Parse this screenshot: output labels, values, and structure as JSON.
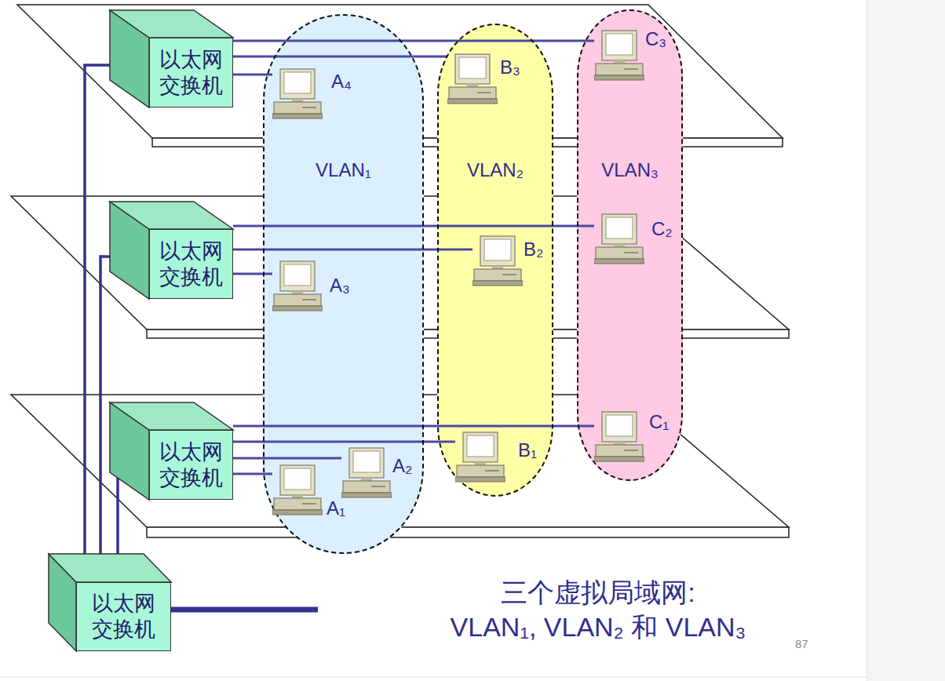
{
  "diagram": {
    "caption": "三个虚拟局域网: VLAN₁, VLAN₂ 和 VLAN₃",
    "nodes": [
      {
        "text": [
          "以太网 交换机"
        ]
      },
      {
        "text": [
          "VLAN₁"
        ]
      },
      {
        "text": [
          "A₄"
        ],
        "in": 1
      },
      {
        "text": [
          "A₃"
        ],
        "in": 1
      },
      {
        "text": [
          "A₂"
        ],
        "in": 1
      },
      {
        "text": [
          "A₁"
        ],
        "in": 1
      },
      {
        "text": [
          "VLAN₂"
        ]
      },
      {
        "text": [
          "B₃"
        ],
        "in": 6
      },
      {
        "text": [
          "B₂"
        ],
        "in": 6
      },
      {
        "text": [
          "B₁"
        ],
        "in": 6
      },
      {
        "text": [
          "VLAN₃"
        ]
      },
      {
        "text": [
          "C₃"
        ],
        "in": 10
      },
      {
        "text": [
          "C₂"
        ],
        "in": 10
      },
      {
        "text": [
          "C₁"
        ],
        "in": 10
      },
      {
        "text": [
          "以太网 交换机"
        ]
      },
      {
        "text": [
          "以太网 交换机"
        ]
      },
      {
        "text": [
          "以太网 交换机"
        ]
      }
    ],
    "edges": [
      {
        "from": 0,
        "to": 11,
        "arrow": "none"
      },
      {
        "from": 0,
        "to": 7,
        "arrow": "none"
      },
      {
        "from": 0,
        "to": 2,
        "arrow": "none"
      },
      {
        "from": 14,
        "to": 12,
        "arrow": "none"
      },
      {
        "from": 14,
        "to": 8,
        "arrow": "none"
      },
      {
        "from": 14,
        "to": 3,
        "arrow": "none"
      },
      {
        "from": 15,
        "to": 13,
        "arrow": "none"
      },
      {
        "from": 15,
        "to": 9,
        "arrow": "none"
      },
      {
        "from": 15,
        "to": 4,
        "arrow": "none"
      },
      {
        "from": 15,
        "to": 5,
        "arrow": "none"
      },
      {
        "from": 16,
        "to": 0,
        "arrow": "none"
      },
      {
        "from": 16,
        "to": 14,
        "arrow": "none"
      },
      {
        "from": 16,
        "to": 15,
        "arrow": "none"
      }
    ],
    "labels": [
      "87"
    ]
  }
}
